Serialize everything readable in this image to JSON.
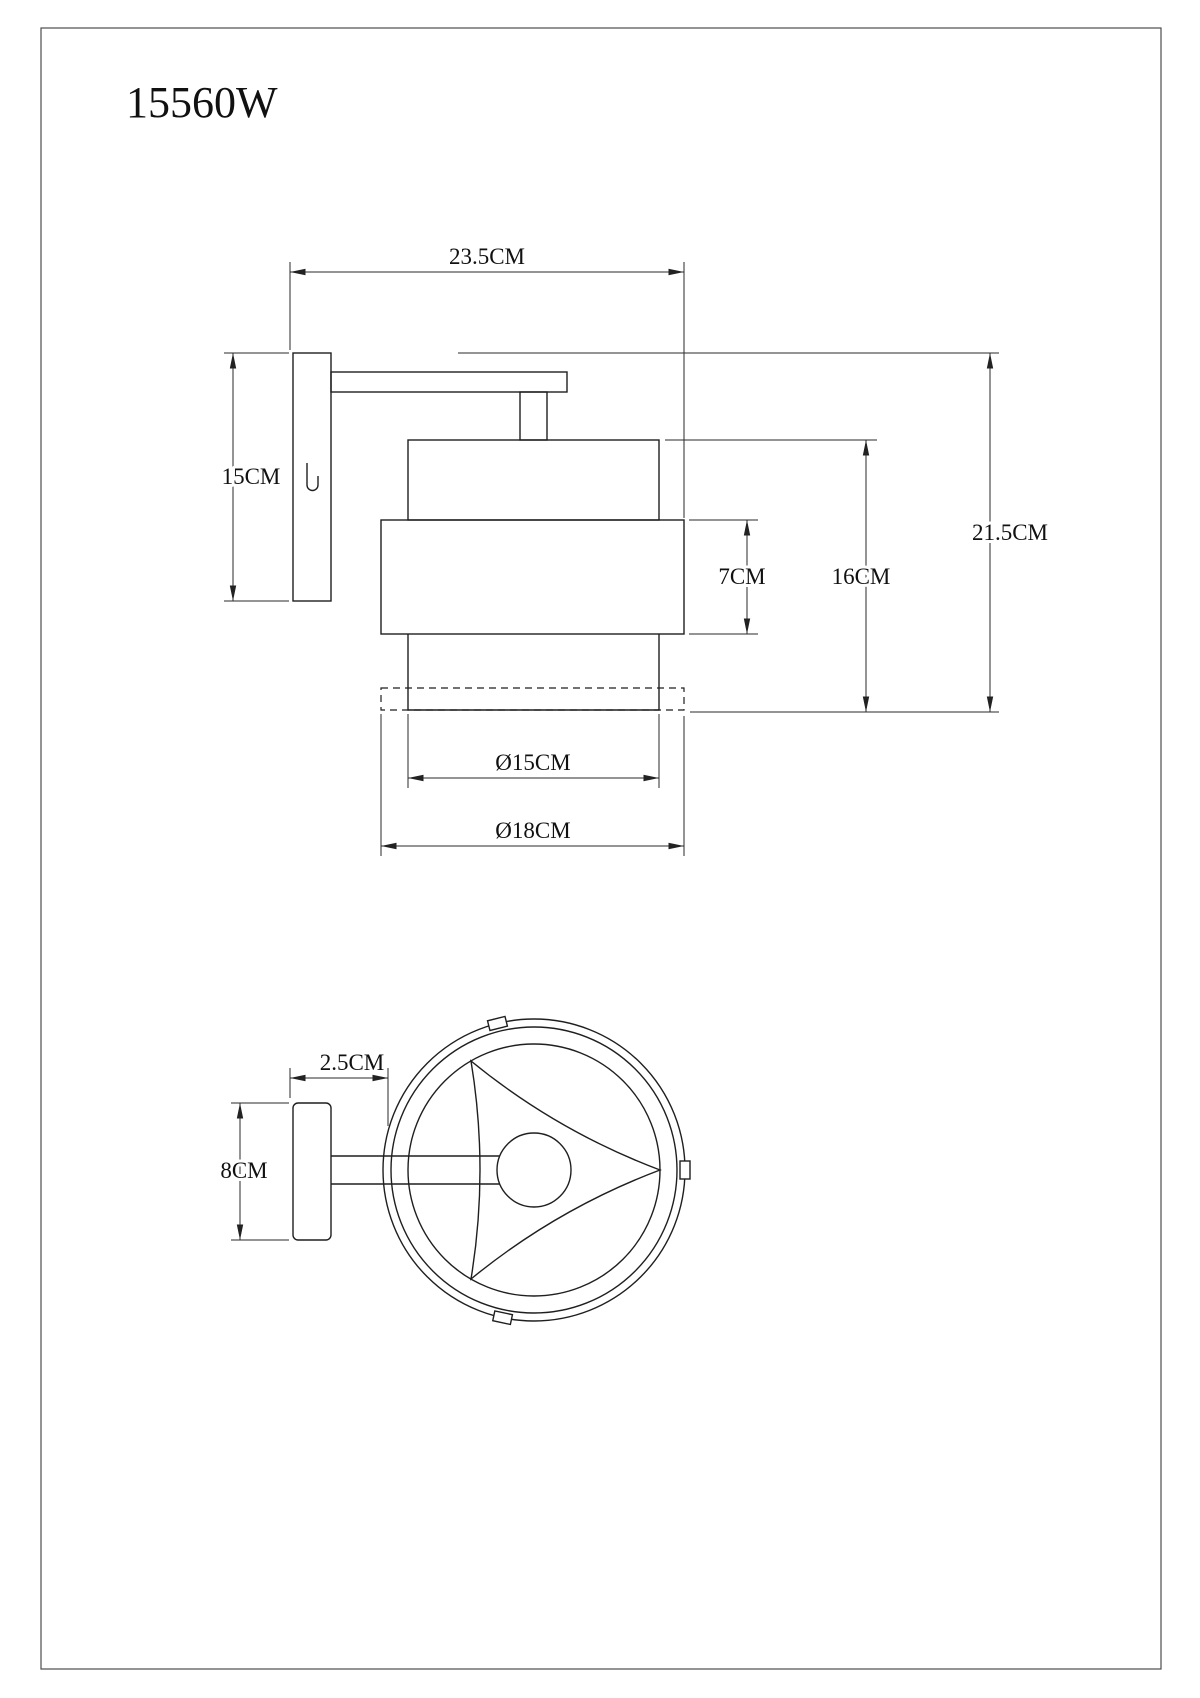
{
  "page": {
    "title": "15560W"
  },
  "colors": {
    "ink": "#1f1f1f",
    "background": "#ffffff"
  },
  "side_view": {
    "dims": {
      "overall_depth": "23.5CM",
      "backplate_height": "15CM",
      "overall_height": "21.5CM",
      "shade_height": "16CM",
      "band_height": "7CM",
      "inner_diameter": "Ø15CM",
      "outer_diameter": "Ø18CM"
    }
  },
  "top_view": {
    "dims": {
      "backplate_offset": "2.5CM",
      "backplate_width": "8CM"
    }
  }
}
